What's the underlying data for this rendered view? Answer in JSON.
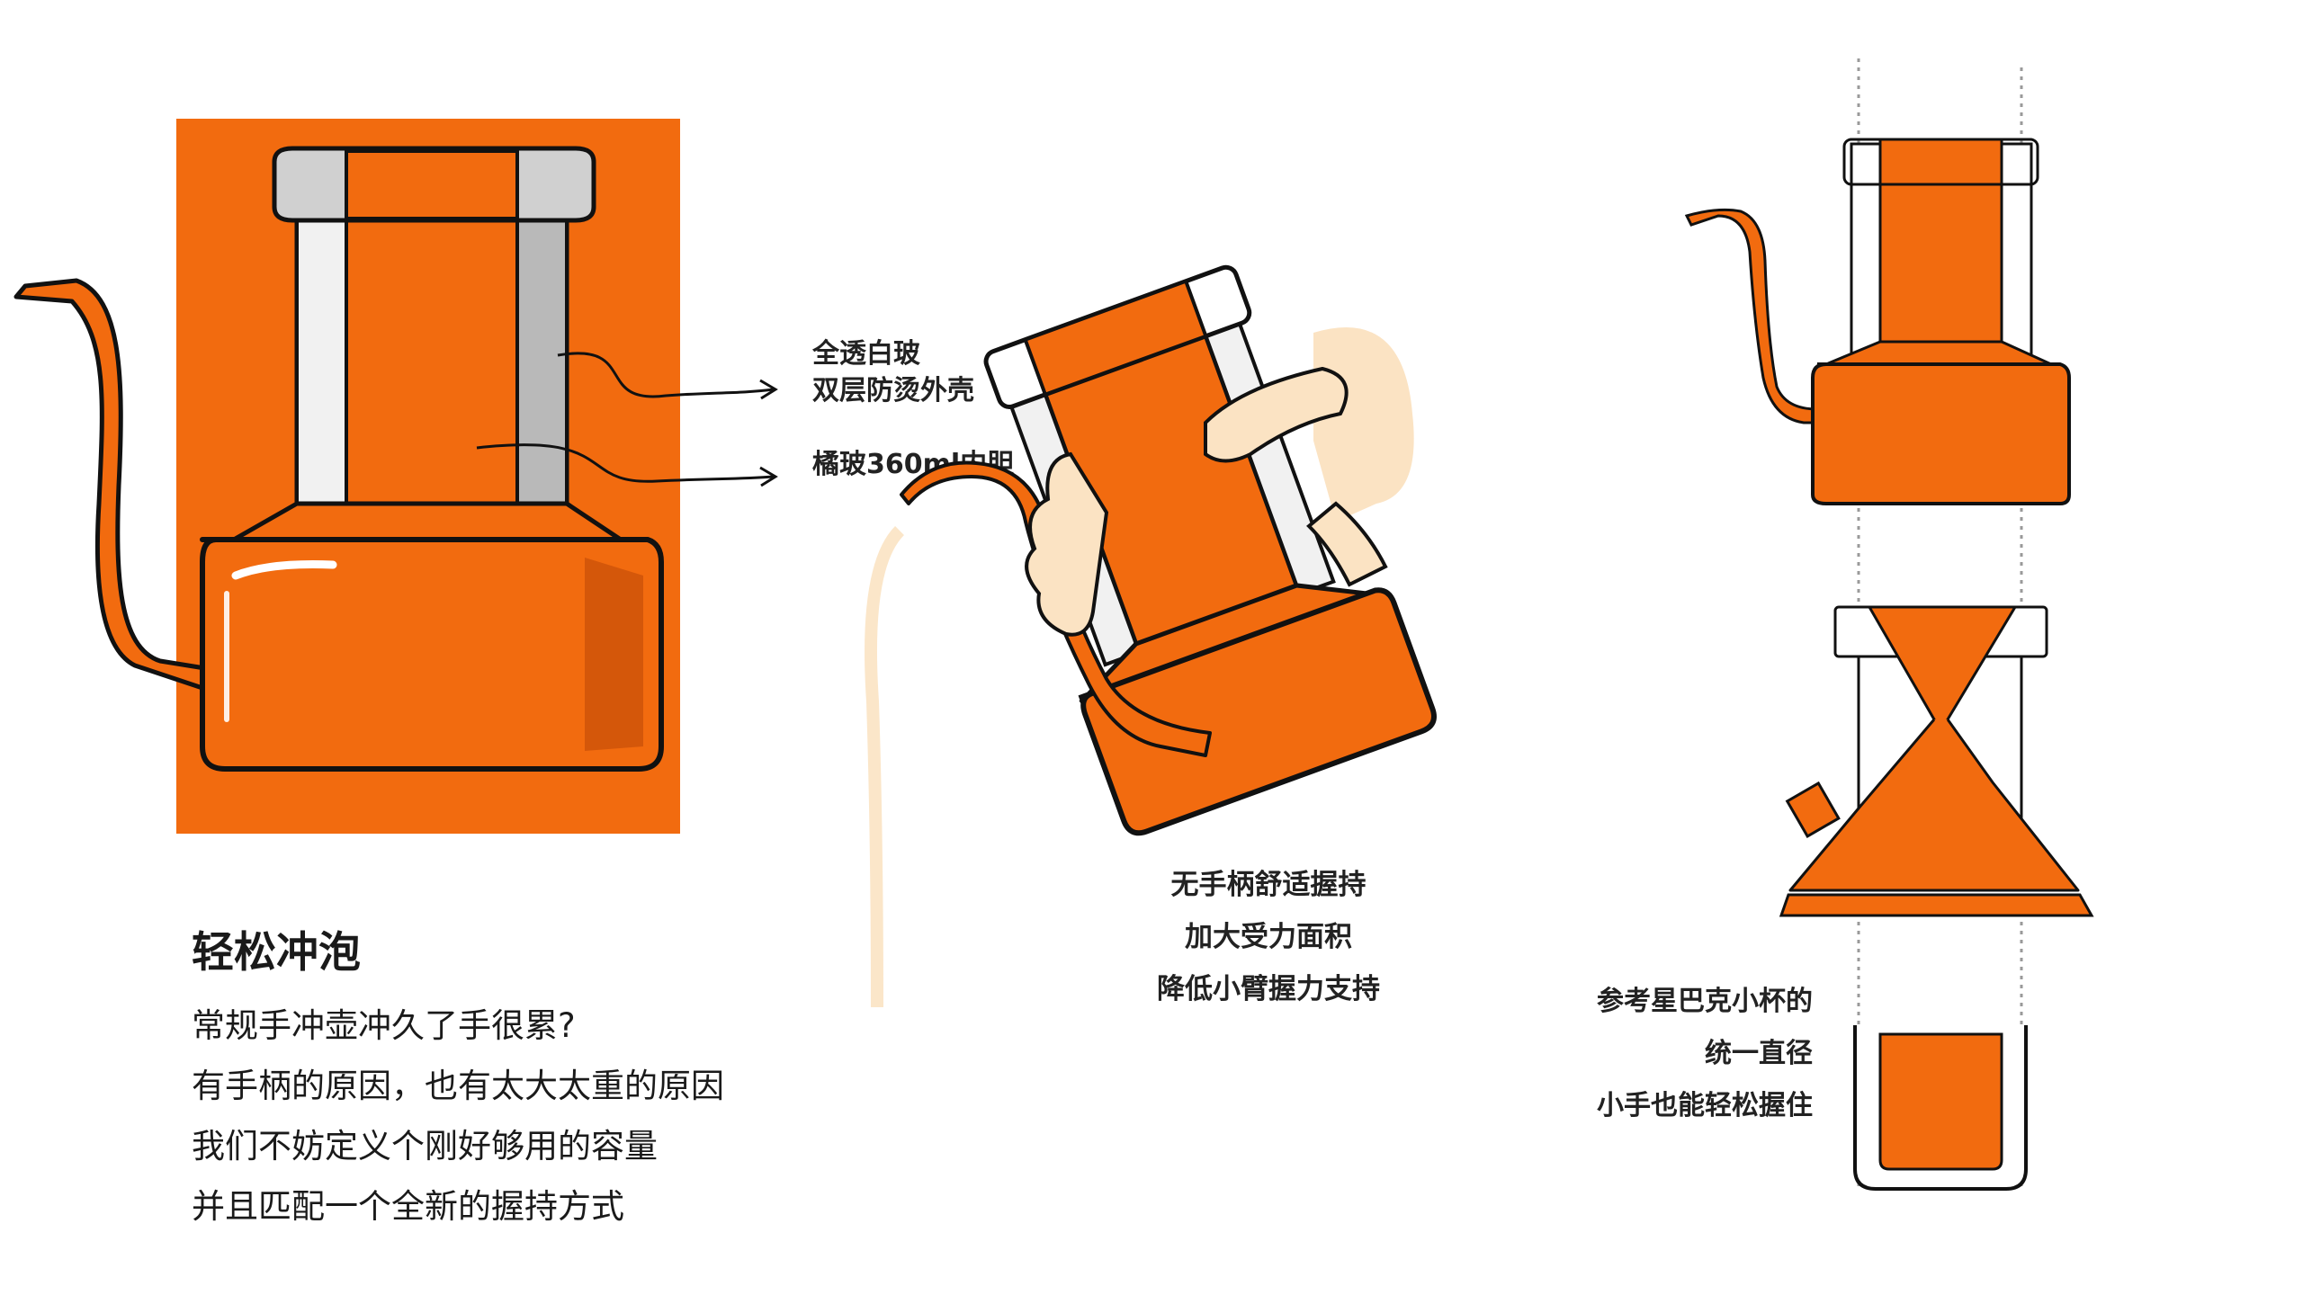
{
  "colors": {
    "orange": "#f26b0f",
    "dark_orange": "#c9500a",
    "glass_gray": "#b9b9b9",
    "outline": "#111111",
    "skin": "#fbe3c3",
    "guide_line": "#9a9a9a"
  },
  "callouts": {
    "glass_line1": "全透白玻",
    "glass_line2": "双层防烫外壳",
    "inner": "橘玻360ml内胆"
  },
  "grip_caption": [
    "无手柄舒适握持",
    "加大受力面积",
    "降低小臂握力支持"
  ],
  "intro": {
    "title": "轻松冲泡",
    "lines": [
      "常规手冲壶冲久了手很累?",
      "有手柄的原因，也有太大太重的原因",
      "我们不妨定义个刚好够用的容量",
      "并且匹配一个全新的握持方式"
    ]
  },
  "cup_caption": [
    "参考星巴克小杯的",
    "统一直径",
    "小手也能轻松握住"
  ]
}
